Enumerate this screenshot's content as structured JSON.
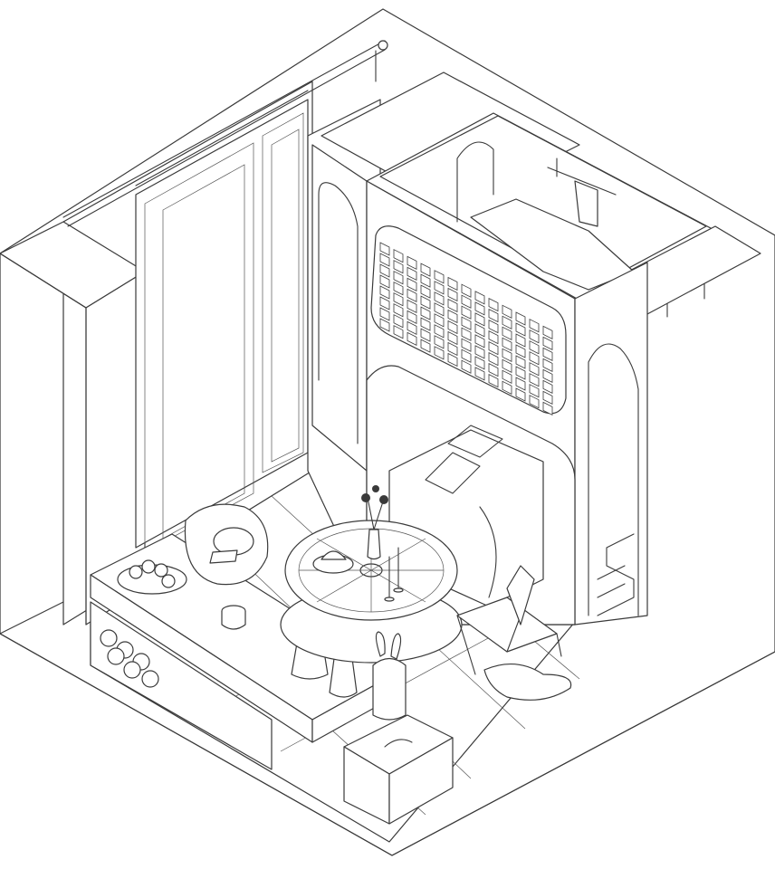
{
  "illustration": {
    "style": "isometric line drawing",
    "line_color": "#3a3a3a",
    "background": "#ffffff",
    "grid_screen": {
      "rows": 8,
      "cols": 13
    }
  }
}
